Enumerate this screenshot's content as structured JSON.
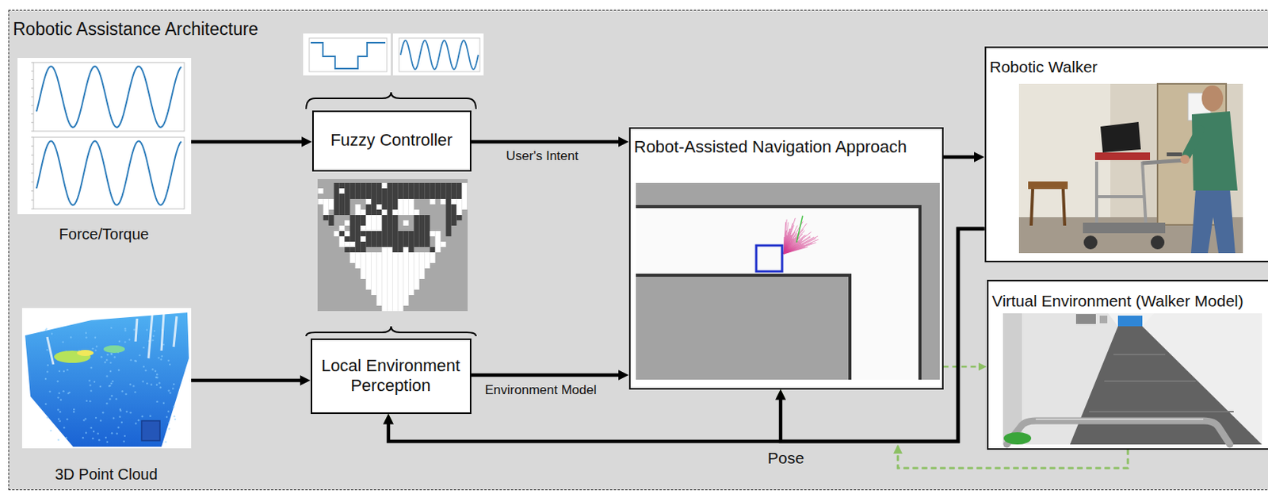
{
  "diagram": {
    "nodes": [
      {
        "text": [
          "Robotic Assistance Architecture"
        ]
      },
      {
        "text": [
          "Force/Torque"
        ],
        "in": 0
      },
      {
        "text": [
          "3D Point Cloud"
        ],
        "in": 0
      },
      {
        "text": [
          "Fuzzy Controller"
        ],
        "in": 0
      },
      {
        "text": [
          "Local Environment Perception"
        ],
        "in": 0
      },
      {
        "text": [
          "Robot-Assisted Navigation Approach"
        ],
        "in": 0
      },
      {
        "text": [
          "Robotic Walker"
        ],
        "in": 0
      },
      {
        "text": [
          "Virtual Environment (Walker Model)"
        ],
        "in": 0
      }
    ],
    "edges": [
      {
        "from": 1,
        "to": 3,
        "arrow": "to"
      },
      {
        "from": 2,
        "to": 4,
        "arrow": "to"
      },
      {
        "from": 3,
        "to": 5,
        "arrow": "to",
        "label": "User's Intent"
      },
      {
        "from": 4,
        "to": 5,
        "arrow": "to",
        "label": "Environment Model"
      },
      {
        "from": 5,
        "to": 6,
        "arrow": "to"
      },
      {
        "from": 6,
        "to": 5,
        "arrow": "to",
        "label": "Pose"
      },
      {
        "from": 6,
        "to": 4,
        "arrow": "to"
      },
      {
        "from": 5,
        "to": 7,
        "arrow": "to"
      },
      {
        "from": 7,
        "to": 4,
        "arrow": "to"
      },
      {
        "from": 7,
        "to": 5,
        "arrow": "to"
      }
    ]
  }
}
